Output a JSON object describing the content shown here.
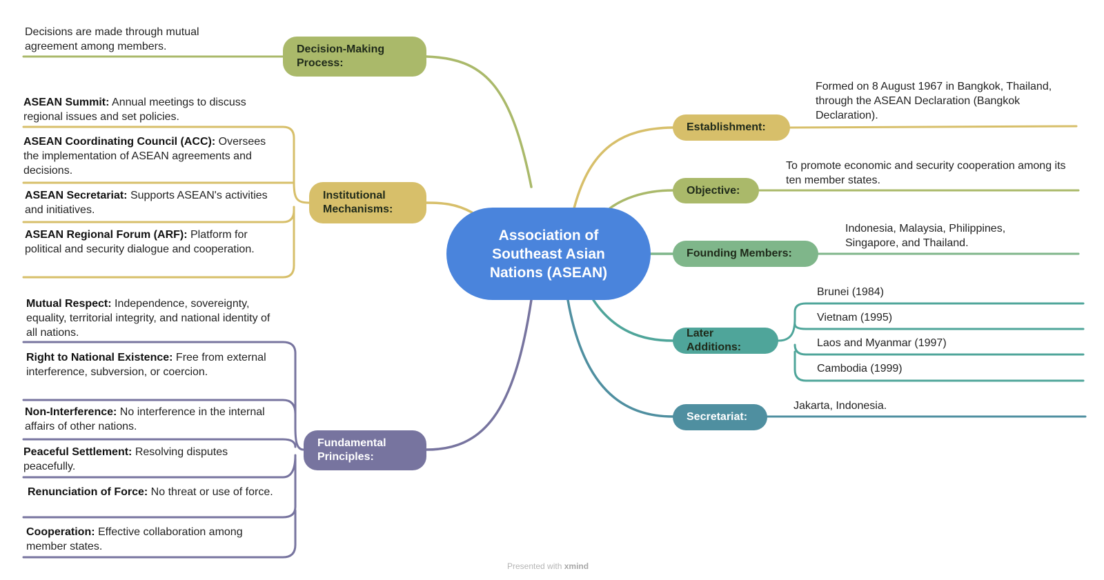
{
  "central": {
    "title": "Association of Southeast Asian Nations (ASEAN)"
  },
  "colors": {
    "central": "#4a84dc",
    "decision": "#aab96a",
    "institutional": "#d7bf6a",
    "fundamental": "#77749f",
    "establishment": "#d7bf6a",
    "objective": "#aab96a",
    "founding": "#7fb68a",
    "later": "#4fa59a",
    "secretariat": "#4f8fa0"
  },
  "branches": {
    "decision_making": {
      "label": "Decision-Making Process:",
      "text": "Decisions are made through mutual agreement among members."
    },
    "institutional": {
      "label": "Institutional Mechanisms:",
      "items": [
        {
          "term": "ASEAN Summit:",
          "text": " Annual meetings to discuss regional issues and set policies."
        },
        {
          "term": "ASEAN Coordinating Council (ACC):",
          "text": " Oversees the implementation of ASEAN agreements and decisions."
        },
        {
          "term": "ASEAN Secretariat:",
          "text": " Supports ASEAN's activities and initiatives."
        },
        {
          "term": "ASEAN Regional Forum (ARF):",
          "text": " Platform for political and security dialogue and cooperation."
        }
      ]
    },
    "fundamental": {
      "label": "Fundamental Principles:",
      "items": [
        {
          "term": "Mutual Respect:",
          "text": " Independence, sovereignty, equality, territorial integrity, and national identity of all nations."
        },
        {
          "term": "Right to National Existence:",
          "text": " Free from external interference, subversion, or coercion."
        },
        {
          "term": "Non-Interference:",
          "text": " No interference in the internal affairs of other nations."
        },
        {
          "term": "Peaceful Settlement:",
          "text": " Resolving disputes peacefully."
        },
        {
          "term": "Renunciation of Force:",
          "text": " No threat or use of force."
        },
        {
          "term": "Cooperation:",
          "text": " Effective collaboration among member states."
        }
      ]
    },
    "establishment": {
      "label": "Establishment:",
      "text": "Formed on 8 August 1967 in Bangkok, Thailand, through the ASEAN Declaration (Bangkok Declaration)."
    },
    "objective": {
      "label": "Objective:",
      "text": "To promote economic and security cooperation among its ten member states."
    },
    "founding": {
      "label": "Founding Members:",
      "text": "Indonesia, Malaysia, Philippines, Singapore, and Thailand."
    },
    "later": {
      "label": "Later Additions:",
      "items": [
        "Brunei (1984)",
        "Vietnam (1995)",
        "Laos and Myanmar (1997)",
        "Cambodia (1999)"
      ]
    },
    "secretariat": {
      "label": "Secretariat:",
      "text": "Jakarta, Indonesia."
    }
  },
  "footer": {
    "prefix": "Presented with",
    "brand": "xmind"
  }
}
